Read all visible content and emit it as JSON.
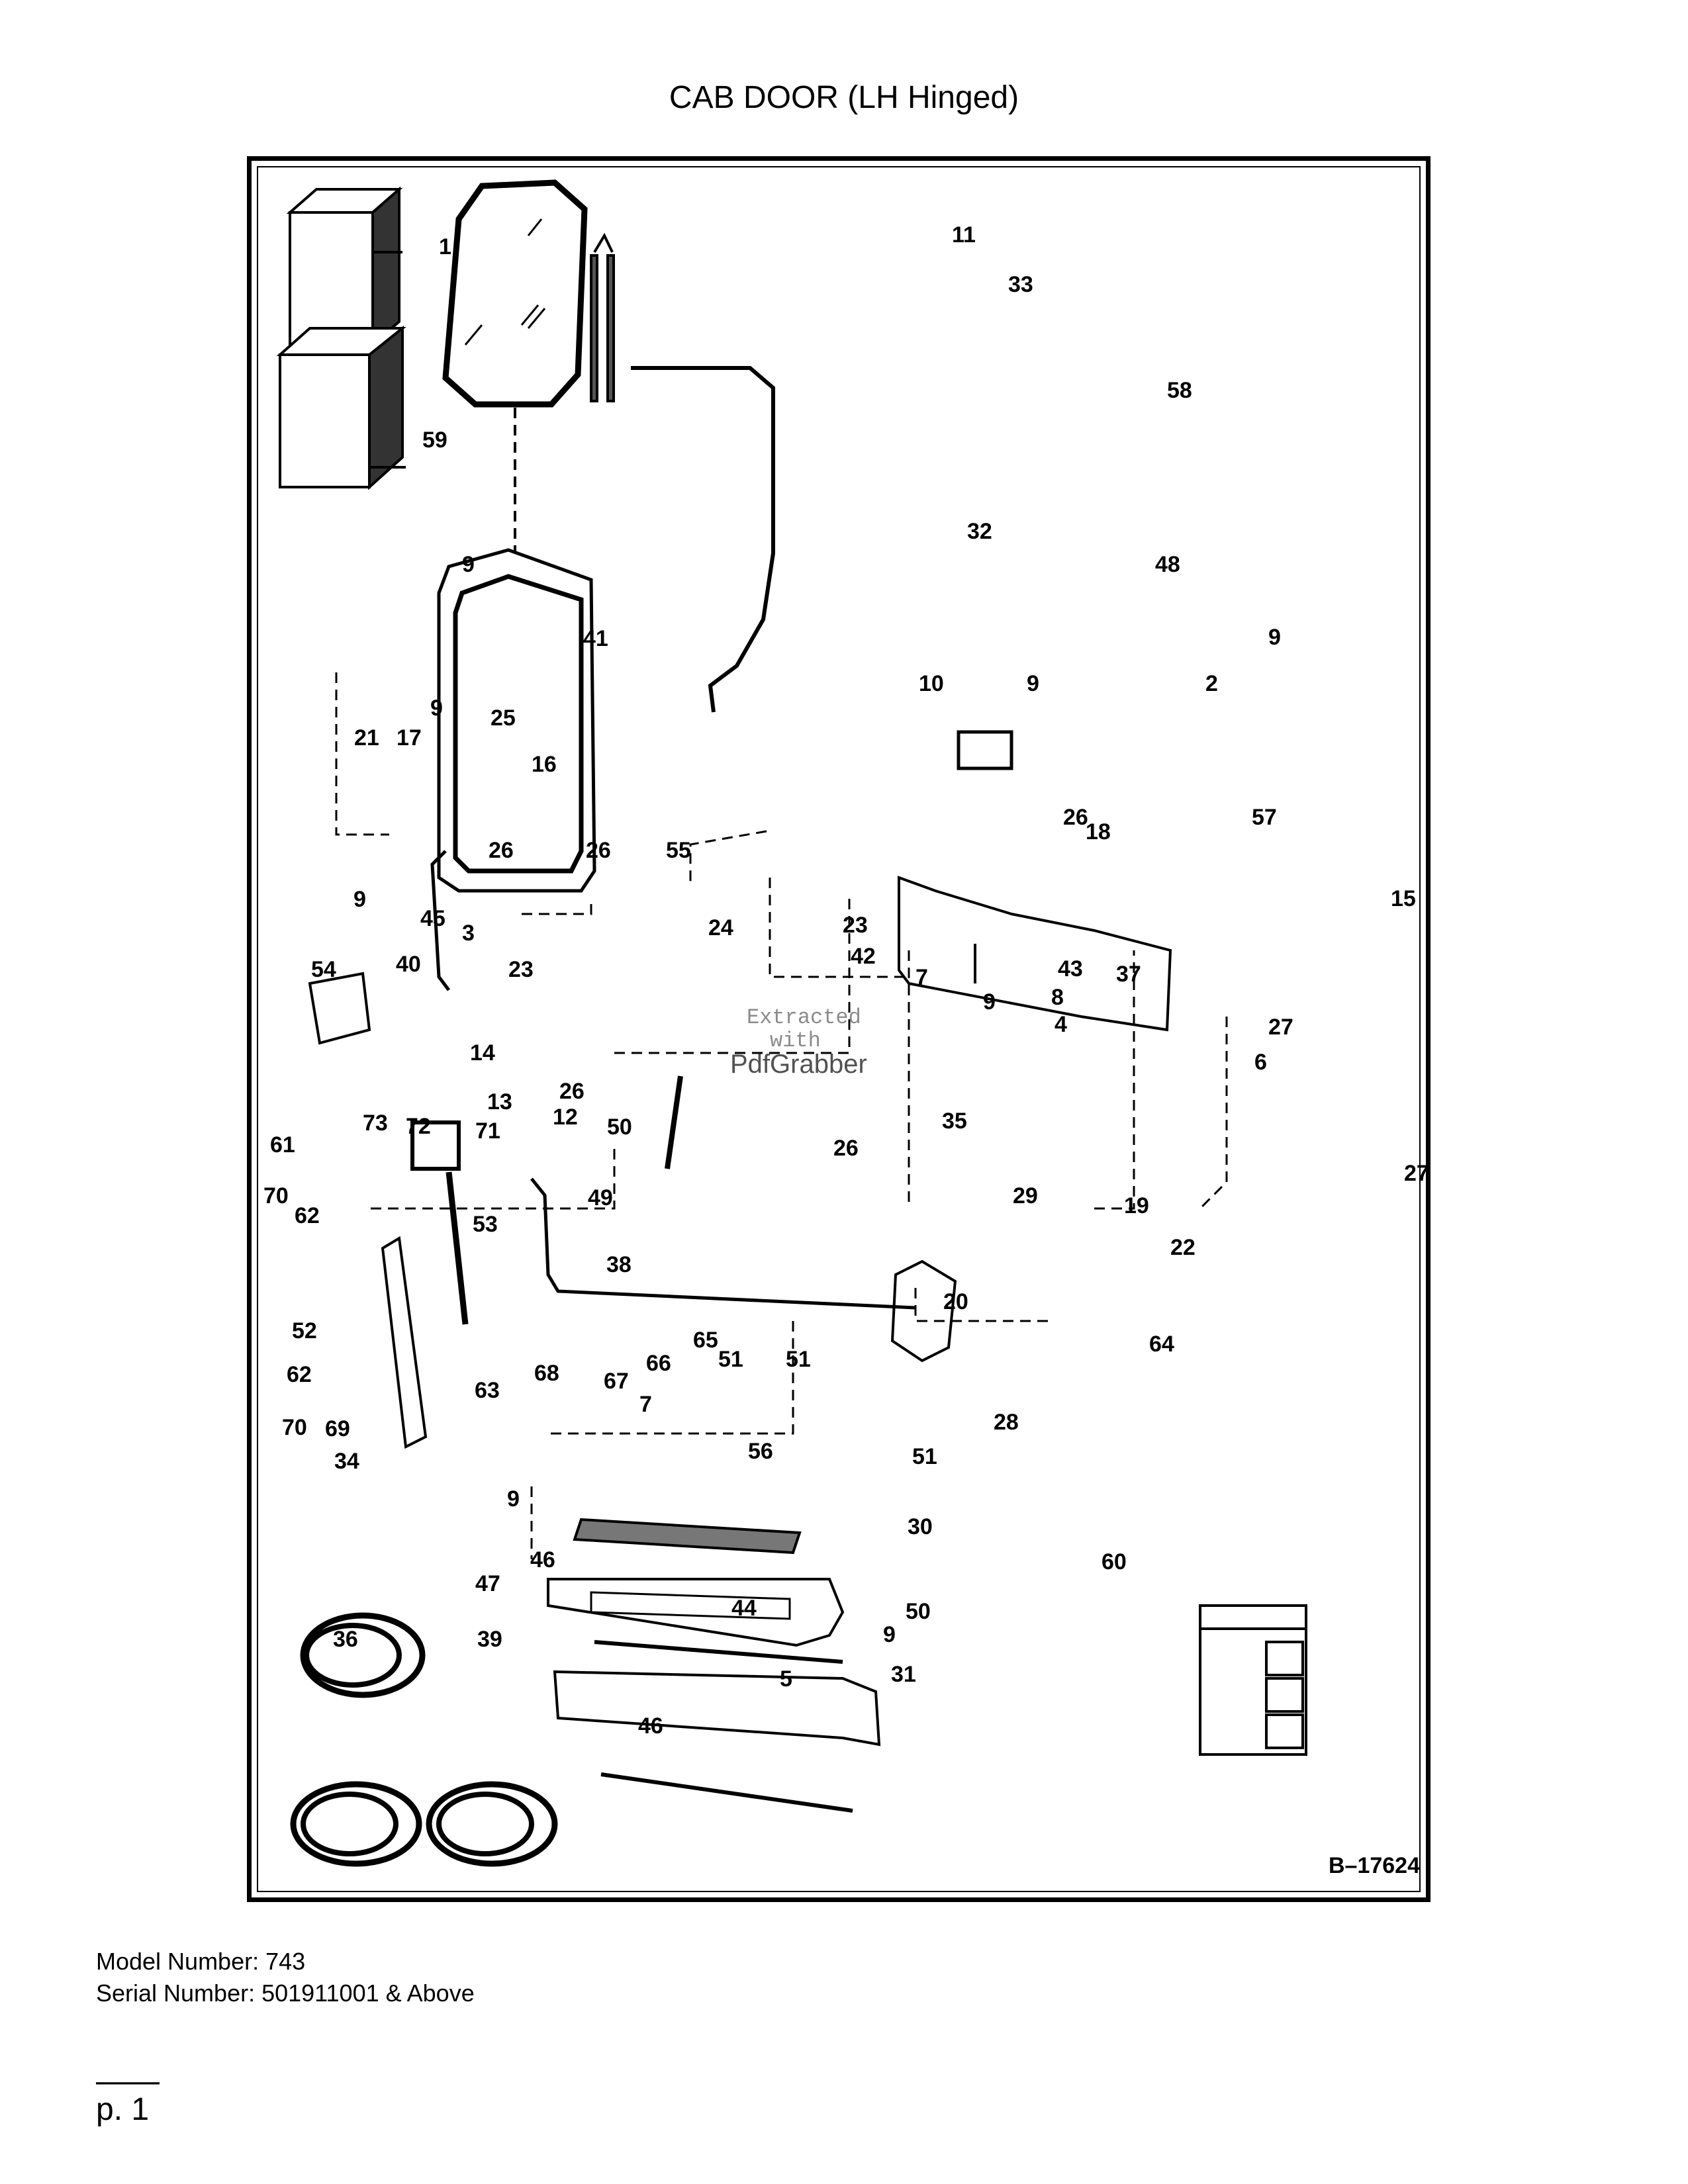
{
  "page": {
    "title": "CAB DOOR (LH Hinged)",
    "drawing_id": "B–17624",
    "model_label": "Model Number: 743",
    "serial_label": "Serial Number: 501911001 & Above",
    "page_number": "p. 1",
    "footer_dash": "——"
  },
  "watermark": {
    "line1": "Extracted",
    "line2": "with",
    "brand": "PdfGrabber"
  },
  "callouts": [
    "1",
    "59",
    "11",
    "33",
    "58",
    "32",
    "48",
    "9",
    "9",
    "41",
    "10",
    "9",
    "2",
    "9",
    "25",
    "21",
    "17",
    "16",
    "26",
    "26",
    "55",
    "26",
    "18",
    "57",
    "9",
    "45",
    "15",
    "3",
    "24",
    "23",
    "42",
    "43",
    "7",
    "37",
    "54",
    "40",
    "23",
    "8",
    "9",
    "4",
    "27",
    "14",
    "6",
    "26",
    "13",
    "12",
    "35",
    "61",
    "73",
    "72",
    "71",
    "50",
    "26",
    "27",
    "70",
    "62",
    "49",
    "29",
    "19",
    "53",
    "22",
    "38",
    "52",
    "20",
    "64",
    "65",
    "62",
    "66",
    "67",
    "63",
    "68",
    "51",
    "51",
    "28",
    "70",
    "69",
    "7",
    "56",
    "51",
    "34",
    "9",
    "30",
    "60",
    "46",
    "47",
    "44",
    "50",
    "9",
    "36",
    "39",
    "31",
    "5",
    "46"
  ]
}
